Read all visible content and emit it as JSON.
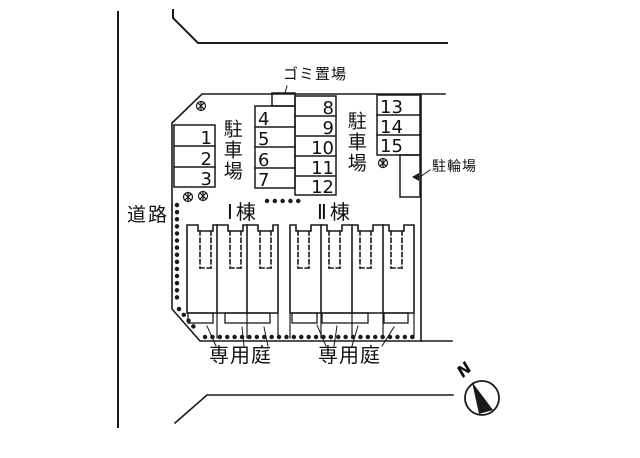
{
  "roads": {
    "left_road_label": "道路"
  },
  "garbage": {
    "label": "ゴミ置場"
  },
  "bicycle": {
    "label": "駐輪場"
  },
  "parking": {
    "label_left": "駐車場",
    "label_right": "駐車場",
    "block_a_spaces": [
      "1",
      "2",
      "3"
    ],
    "block_b_spaces": [
      "4",
      "5",
      "6",
      "7"
    ],
    "block_c_spaces": [
      "8",
      "9",
      "10",
      "11",
      "12"
    ],
    "block_d_spaces": [
      "13",
      "14",
      "15"
    ]
  },
  "buildings": {
    "building1_label": "Ⅰ棟",
    "building2_label": "Ⅱ棟"
  },
  "gardens": {
    "label_left": "専用庭",
    "label_right": "専用庭"
  },
  "compass": {
    "north_label": "N"
  },
  "colors": {
    "line": "#1a1a1a",
    "background": "#ffffff"
  }
}
